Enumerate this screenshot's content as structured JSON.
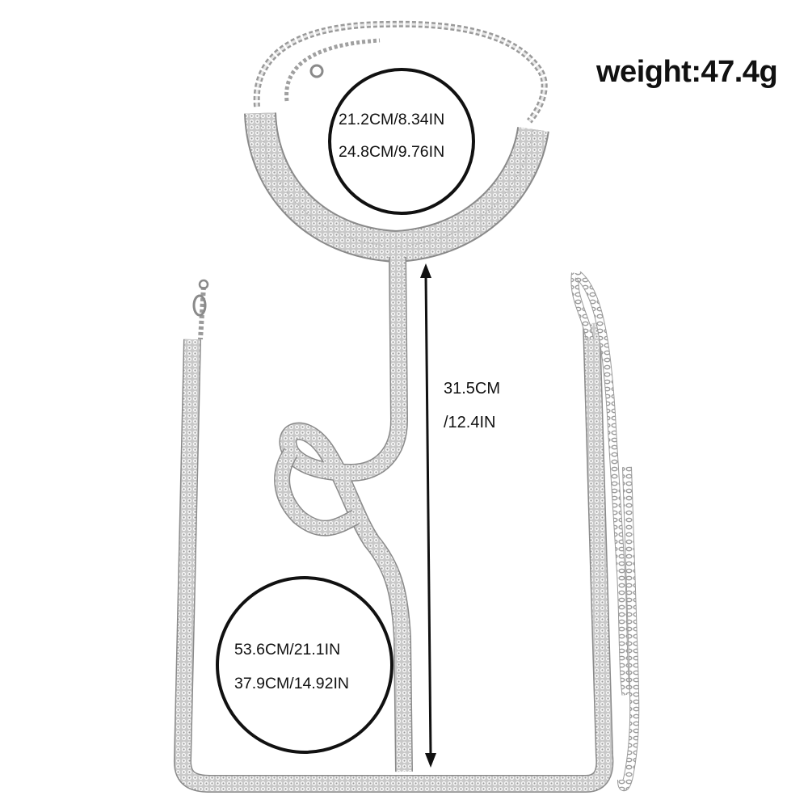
{
  "product": {
    "weight_label": "weight:47.4g",
    "choker_sizes": [
      "21.2CM/8.34IN",
      "24.8CM/9.76IN"
    ],
    "drop_length": [
      "31.5CM",
      "/12.4IN"
    ],
    "waist_sizes": [
      "53.6CM/21.1IN",
      "37.9CM/14.92IN"
    ],
    "colors": {
      "chain_dark": "#8a8a8a",
      "chain_mid": "#c4c4c4",
      "chain_light": "#f2f2f2",
      "ink": "#111111",
      "background": "#ffffff"
    }
  }
}
